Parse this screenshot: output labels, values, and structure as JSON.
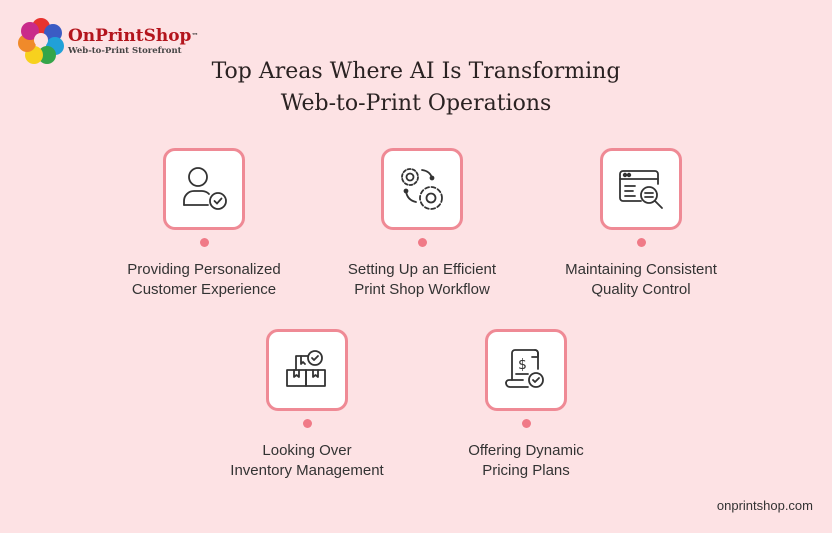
{
  "logo": {
    "brand": "OnPrintShop",
    "trademark": "™",
    "tagline": "Web-to-Print Storefront",
    "petal_colors": [
      "#e8332f",
      "#3b5bc4",
      "#21a0d8",
      "#35a54a",
      "#f7d11e",
      "#f08a2a",
      "#c92a8a"
    ]
  },
  "title": {
    "line1": "Top Areas Where AI Is Transforming",
    "line2": "Web-to-Print Operations"
  },
  "colors": {
    "background": "#fde2e4",
    "accent": "#ef8a95",
    "dot": "#f07a87"
  },
  "items": [
    {
      "icon": "user-check-icon",
      "line1": "Providing Personalized",
      "line2": "Customer Experience"
    },
    {
      "icon": "gears-workflow-icon",
      "line1": "Setting Up an Efficient",
      "line2": "Print Shop Workflow"
    },
    {
      "icon": "browser-inspect-icon",
      "line1": "Maintaining Consistent",
      "line2": "Quality Control"
    },
    {
      "icon": "boxes-check-icon",
      "line1": "Looking Over",
      "line2": "Inventory Management"
    },
    {
      "icon": "invoice-check-icon",
      "line1": "Offering Dynamic",
      "line2": "Pricing Plans"
    }
  ],
  "footer": {
    "url": "onprintshop.com"
  }
}
